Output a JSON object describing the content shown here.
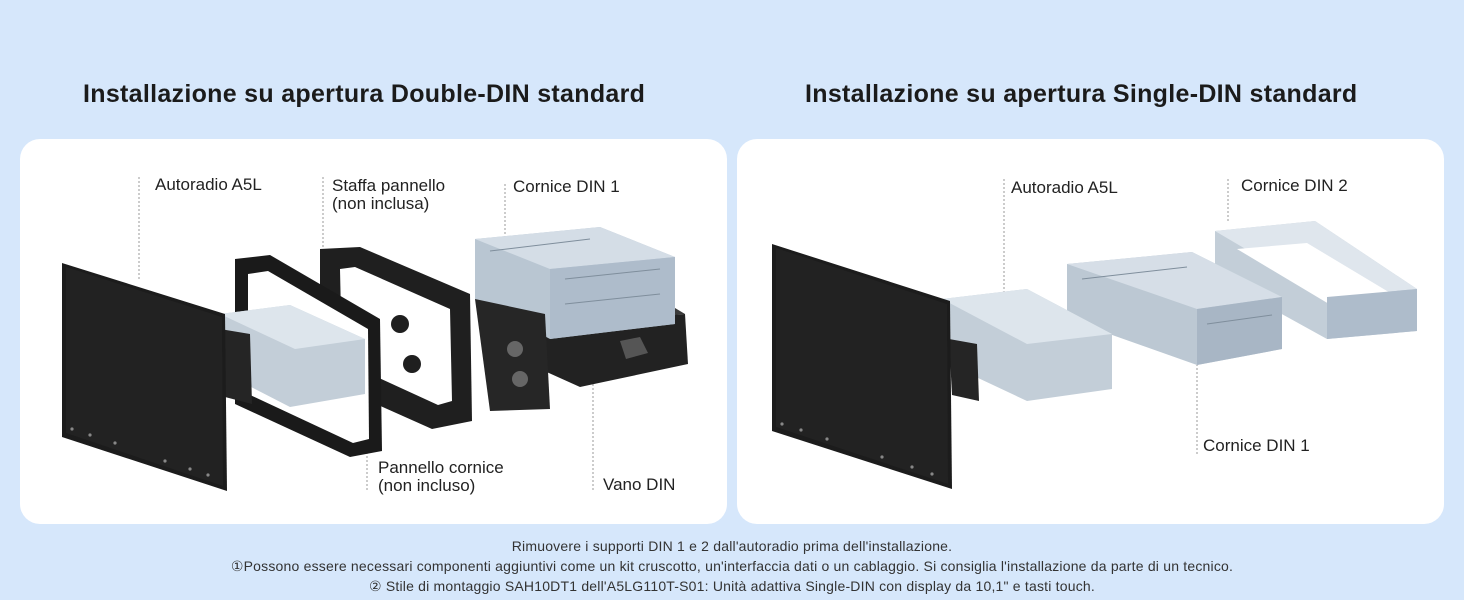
{
  "titles": {
    "double_din": "Installazione su apertura Double-DIN standard",
    "single_din": "Installazione su apertura Single-DIN standard"
  },
  "double_din_labels": {
    "radio": "Autoradio A5L",
    "bracket_line1": "Staffa pannello",
    "bracket_line2": "(non inclusa)",
    "frame1": "Cornice DIN 1",
    "trim_line1": "Pannello cornice",
    "trim_line2": "(non incluso)",
    "slot": "Vano DIN"
  },
  "single_din_labels": {
    "radio": "Autoradio A5L",
    "frame2": "Cornice DIN 2",
    "frame1": "Cornice DIN 1"
  },
  "footer": {
    "line1": "Rimuovere i supporti DIN 1 e 2 dall'autoradio prima dell'installazione.",
    "line2": "①Possono essere necessari componenti aggiuntivi come un kit cruscotto, un'interfaccia dati o un cablaggio. Si consiglia l'installazione da parte di un tecnico.",
    "line3": "② Stile di montaggio SAH10DT1 dell'A5LG110T-S01: Unità adattiva Single-DIN con display da 10,1\" e tasti touch."
  }
}
